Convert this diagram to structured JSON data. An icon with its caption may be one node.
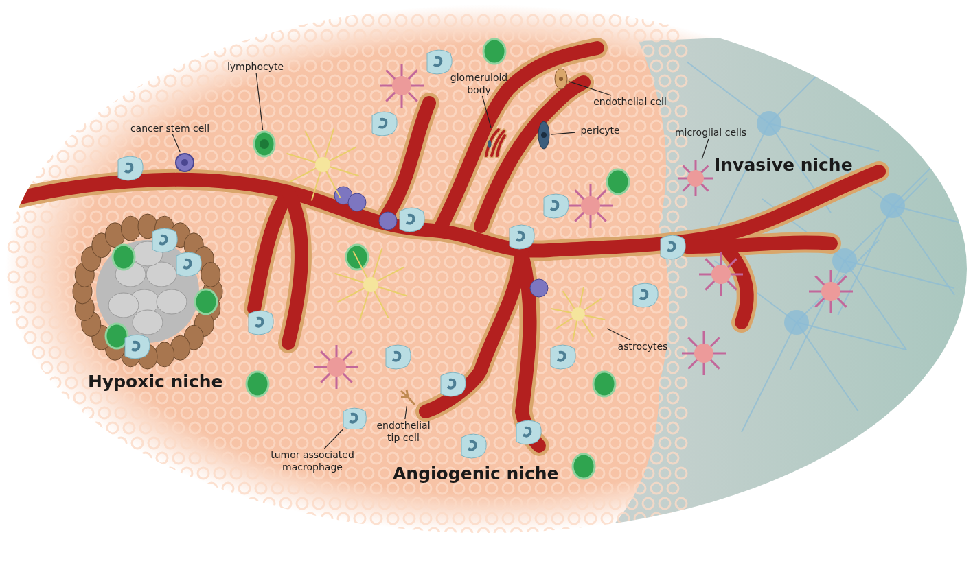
{
  "diagram": {
    "nodes": [
      {
        "text": [
          "lymphocyte"
        ]
      },
      {
        "text": [],
        "shape": "picture"
      },
      {
        "text": [
          "cancer stem cell"
        ]
      },
      {
        "text": [],
        "shape": "picture"
      },
      {
        "text": [
          "glomeruloid body"
        ]
      },
      {
        "text": [],
        "shape": "picture"
      },
      {
        "text": [
          "endothelial cell"
        ]
      },
      {
        "text": [],
        "shape": "picture"
      },
      {
        "text": [
          "pericyte"
        ]
      },
      {
        "text": [],
        "shape": "picture"
      },
      {
        "text": [
          "microglial cells"
        ]
      },
      {
        "text": [],
        "shape": "picture"
      },
      {
        "text": [
          "astrocytes"
        ]
      },
      {
        "text": [],
        "shape": "picture"
      },
      {
        "text": [
          "endothelial tip cell"
        ]
      },
      {
        "text": [],
        "shape": "picture"
      },
      {
        "text": [
          "tumor associated macrophage"
        ]
      },
      {
        "text": [],
        "shape": "picture"
      }
    ],
    "edges": [
      {
        "from": 0,
        "to": 1,
        "arrow": "none"
      },
      {
        "from": 2,
        "to": 3,
        "arrow": "none"
      },
      {
        "from": 4,
        "to": 5,
        "arrow": "none"
      },
      {
        "from": 6,
        "to": 7,
        "arrow": "none"
      },
      {
        "from": 8,
        "to": 9,
        "arrow": "none"
      },
      {
        "from": 10,
        "to": 11,
        "arrow": "none"
      },
      {
        "from": 12,
        "to": 13,
        "arrow": "none"
      },
      {
        "from": 14,
        "to": 15,
        "arrow": "none"
      },
      {
        "from": 16,
        "to": 17,
        "arrow": "none"
      }
    ],
    "labels": [
      "Invasive niche",
      "Hypoxic niche",
      "Angiogenic niche"
    ]
  }
}
